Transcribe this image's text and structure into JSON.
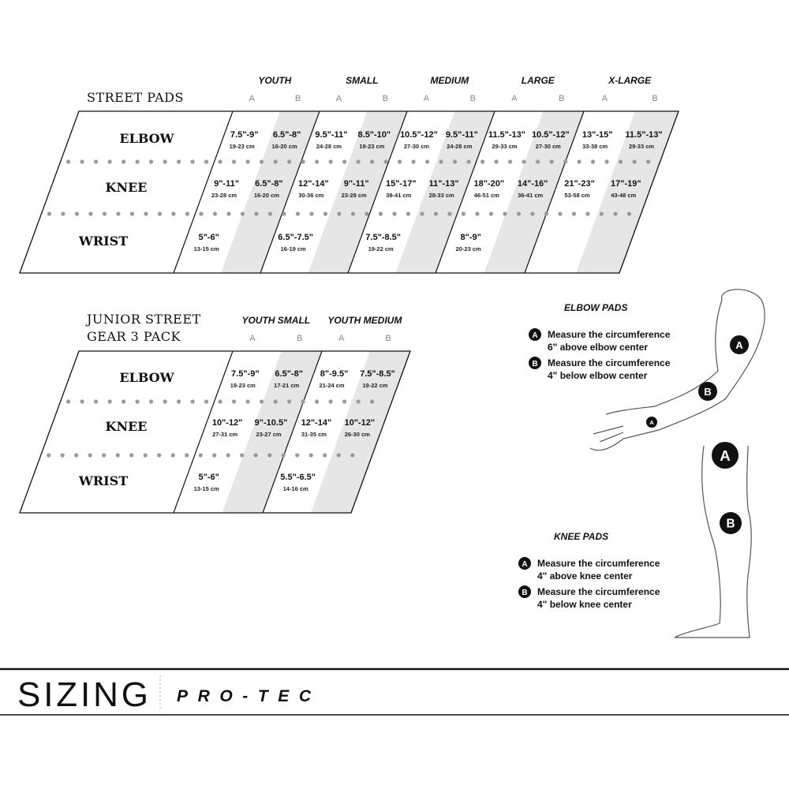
{
  "street_pads": {
    "title": "STREET PADS",
    "sizes": [
      "YOUTH",
      "SMALL",
      "MEDIUM",
      "LARGE",
      "X-LARGE"
    ],
    "sub_labels": [
      "A",
      "B"
    ],
    "rows": [
      {
        "label": "ELBOW",
        "cells": [
          {
            "in": "7.5\"-9\"",
            "cm": "19-23 cm"
          },
          {
            "in": "6.5\"-8\"",
            "cm": "16-20 cm"
          },
          {
            "in": "9.5\"-11\"",
            "cm": "24-28 cm"
          },
          {
            "in": "8.5\"-10\"",
            "cm": "19-23 cm"
          },
          {
            "in": "10.5\"-12\"",
            "cm": "27-30 cm"
          },
          {
            "in": "9.5\"-11\"",
            "cm": "24-28 cm"
          },
          {
            "in": "11.5\"-13\"",
            "cm": "29-33 cm"
          },
          {
            "in": "10.5\"-12\"",
            "cm": "27-30 cm"
          },
          {
            "in": "13\"-15\"",
            "cm": "33-38 cm"
          },
          {
            "in": "11.5\"-13\"",
            "cm": "29-33 cm"
          }
        ]
      },
      {
        "label": "KNEE",
        "cells": [
          {
            "in": "9\"-11\"",
            "cm": "23-28 cm"
          },
          {
            "in": "6.5\"-8\"",
            "cm": "16-20 cm"
          },
          {
            "in": "12\"-14\"",
            "cm": "30-36 cm"
          },
          {
            "in": "9\"-11\"",
            "cm": "23-28 cm"
          },
          {
            "in": "15\"-17\"",
            "cm": "38-41 cm"
          },
          {
            "in": "11\"-13\"",
            "cm": "28-33 cm"
          },
          {
            "in": "18\"-20\"",
            "cm": "46-51 cm"
          },
          {
            "in": "14\"-16\"",
            "cm": "36-41 cm"
          },
          {
            "in": "21\"-23\"",
            "cm": "53-58 cm"
          },
          {
            "in": "17\"-19\"",
            "cm": "43-48 cm"
          }
        ]
      },
      {
        "label": "WRIST",
        "single": true,
        "cells": [
          {
            "in": "5\"-6\"",
            "cm": "13-15 cm"
          },
          {
            "in": "6.5\"-7.5\"",
            "cm": "16-19 cm"
          },
          {
            "in": "7.5\"-8.5\"",
            "cm": "19-22 cm"
          },
          {
            "in": "8\"-9\"",
            "cm": "20-23 cm"
          }
        ]
      }
    ]
  },
  "junior_street": {
    "title_lines": [
      "JUNIOR STREET",
      "GEAR 3 PACK"
    ],
    "sizes": [
      "YOUTH SMALL",
      "YOUTH MEDIUM"
    ],
    "sub_labels": [
      "A",
      "B"
    ],
    "rows": [
      {
        "label": "ELBOW",
        "cells": [
          {
            "in": "7.5\"-9\"",
            "cm": "19-23 cm"
          },
          {
            "in": "6.5\"-8\"",
            "cm": "17-21 cm"
          },
          {
            "in": "8\"-9.5\"",
            "cm": "21-24 cm"
          },
          {
            "in": "7.5\"-8.5\"",
            "cm": "19-22 cm"
          }
        ]
      },
      {
        "label": "KNEE",
        "cells": [
          {
            "in": "10\"-12\"",
            "cm": "27-31 cm"
          },
          {
            "in": "9\"-10.5\"",
            "cm": "23-27 cm"
          },
          {
            "in": "12\"-14\"",
            "cm": "31-35 cm"
          },
          {
            "in": "10\"-12\"",
            "cm": "26-30 cm"
          }
        ]
      },
      {
        "label": "WRIST",
        "single": true,
        "cells": [
          {
            "in": "5\"-6\"",
            "cm": "13-15 cm"
          },
          {
            "in": "5.5\"-6.5\"",
            "cm": "14-16 cm"
          }
        ]
      }
    ]
  },
  "elbow_pads": {
    "title": "ELBOW PADS",
    "items": [
      {
        "badge": "A",
        "lines": [
          "Measure the circumference",
          "6\" above elbow center"
        ]
      },
      {
        "badge": "B",
        "lines": [
          "Measure the circumference",
          "4\" below elbow center"
        ]
      }
    ]
  },
  "knee_pads": {
    "title": "KNEE PADS",
    "items": [
      {
        "badge": "A",
        "lines": [
          "Measure the circumference",
          "4\" above knee center"
        ]
      },
      {
        "badge": "B",
        "lines": [
          "Measure the circumference",
          "4\" below knee center"
        ]
      }
    ]
  },
  "footer": {
    "title": "SIZING",
    "brand": "PRO-TEC"
  },
  "colors": {
    "shade": "#e6e6e6",
    "dot": "#999999",
    "ink": "#111111"
  }
}
